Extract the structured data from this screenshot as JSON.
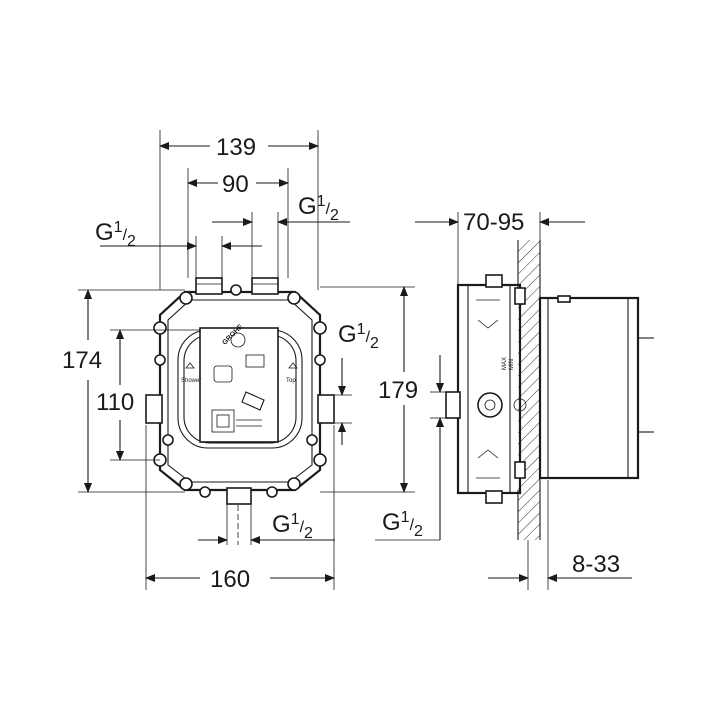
{
  "dimensions": {
    "width_139": "139",
    "width_90": "90",
    "width_160": "160",
    "height_174": "174",
    "height_110": "110",
    "height_179": "179",
    "depth_70_95": "70-95",
    "depth_8_33": "8-33",
    "thread_letter": "G",
    "thread_numerator": "1",
    "thread_denominator": "2"
  },
  "front_view": {
    "logo_text": "GROHE",
    "label_left": "Shower",
    "label_right": "Top"
  },
  "side_view": {
    "label_max": "MAX",
    "label_min": "MIN"
  }
}
